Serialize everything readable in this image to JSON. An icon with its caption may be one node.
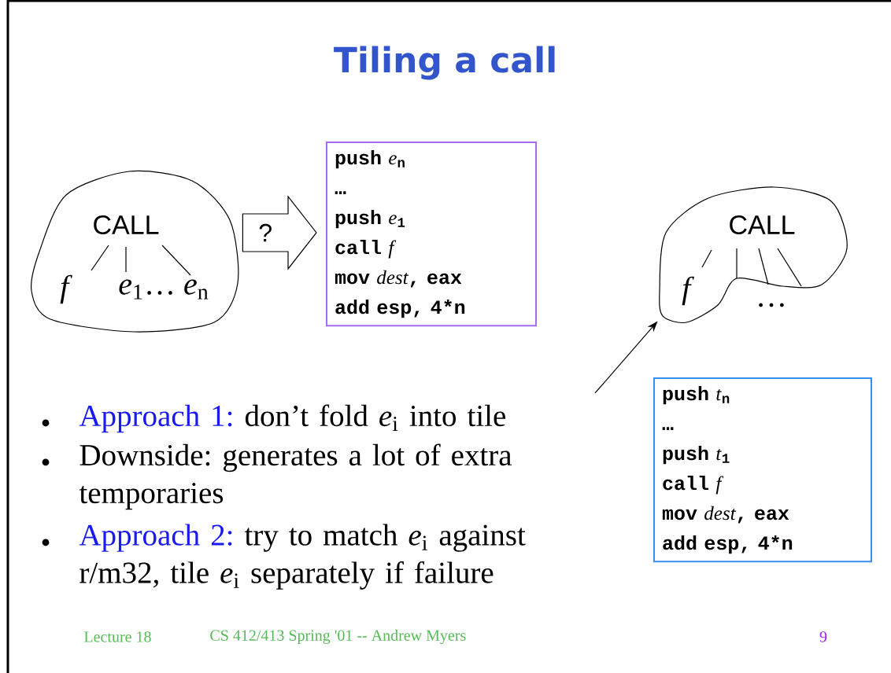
{
  "diagram": {
    "title": "Tiling a call",
    "nodes": [
      {
        "text": [
          "CALL",
          "*f*",
          "*e*$_{1}$… *e*$_{n}$"
        ]
      },
      {
        "text": [
          "push *e*$_{n}$",
          "…",
          "push *e*$_{1}$",
          "call *f*",
          "mov *dest*, eax",
          "add esp, 4*n"
        ]
      },
      {
        "text": [
          "CALL",
          "*f*",
          "…"
        ]
      },
      {
        "text": [
          "push *t*$_{n}$",
          "…",
          "push *t*$_{1}$",
          "call *f*",
          "mov *dest*, eax",
          "add esp, 4*n"
        ]
      }
    ],
    "edges": [
      {
        "from": 0,
        "to": 1,
        "arrow": "to",
        "label": "?"
      },
      {
        "from": null,
        "to": 2,
        "arrow": "to"
      }
    ],
    "labels": [
      "Approach 1:",
      "don’t fold *e*$_{i}$ into tile",
      "Downside: generates a lot of extra temporaries",
      "Approach 2:",
      "try to match *e*$_{i}$ against r/m32, tile *e*$_{i}$ separately if failure",
      "Lecture 18",
      "CS 412/413 Spring '01 -- Andrew Myers",
      "9"
    ]
  }
}
